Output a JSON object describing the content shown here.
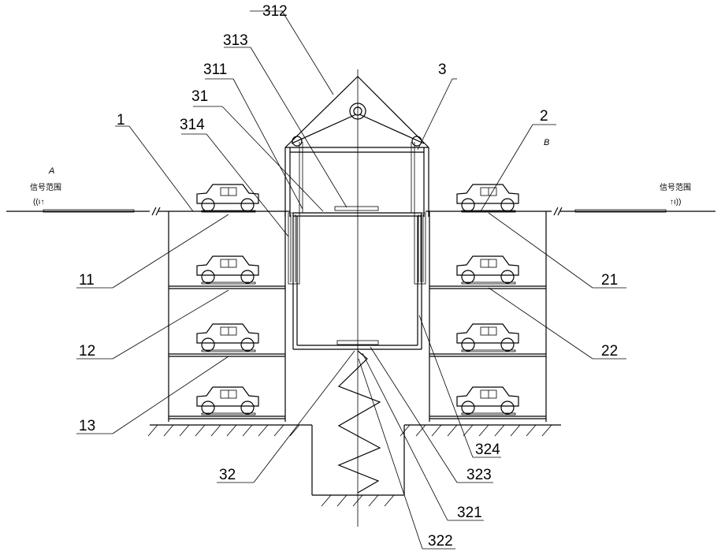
{
  "labels": {
    "l312": "312",
    "l313": "313",
    "l311": "311",
    "l3": "3",
    "l31": "31",
    "l314": "314",
    "l1": "1",
    "l2": "2",
    "l11": "11",
    "l12": "12",
    "l13": "13",
    "l21": "21",
    "l22": "22",
    "l32": "32",
    "l324": "324",
    "l323": "323",
    "l321": "321",
    "l322": "322"
  },
  "signals": {
    "a_letter": "A",
    "b_letter": "B",
    "a_text": "信号范围",
    "b_text": "信号范围"
  }
}
